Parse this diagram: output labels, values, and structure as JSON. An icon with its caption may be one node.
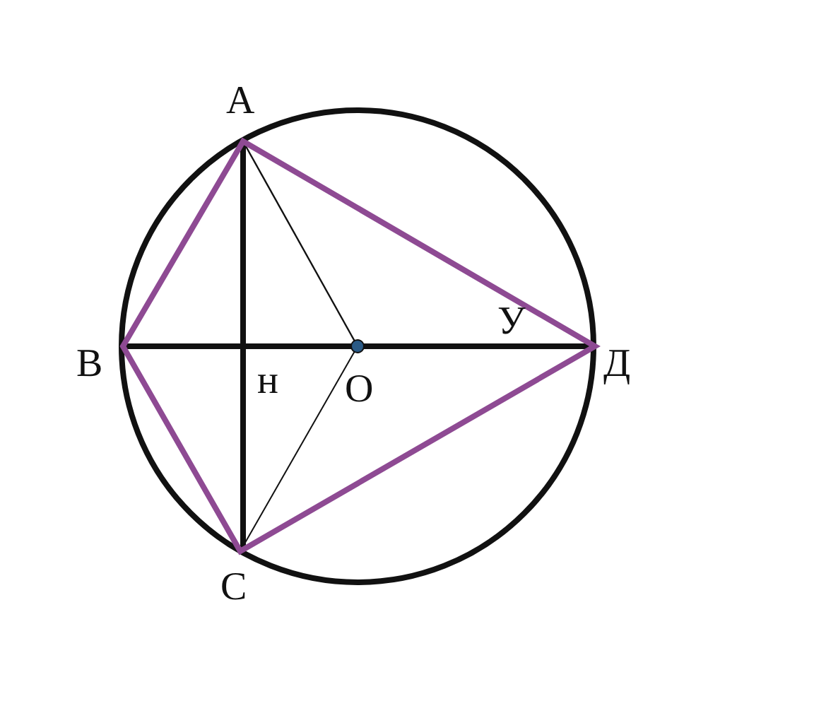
{
  "diagram": {
    "labels": [
      "А",
      "У",
      "В",
      "н",
      "О",
      "Д",
      "С"
    ]
  }
}
